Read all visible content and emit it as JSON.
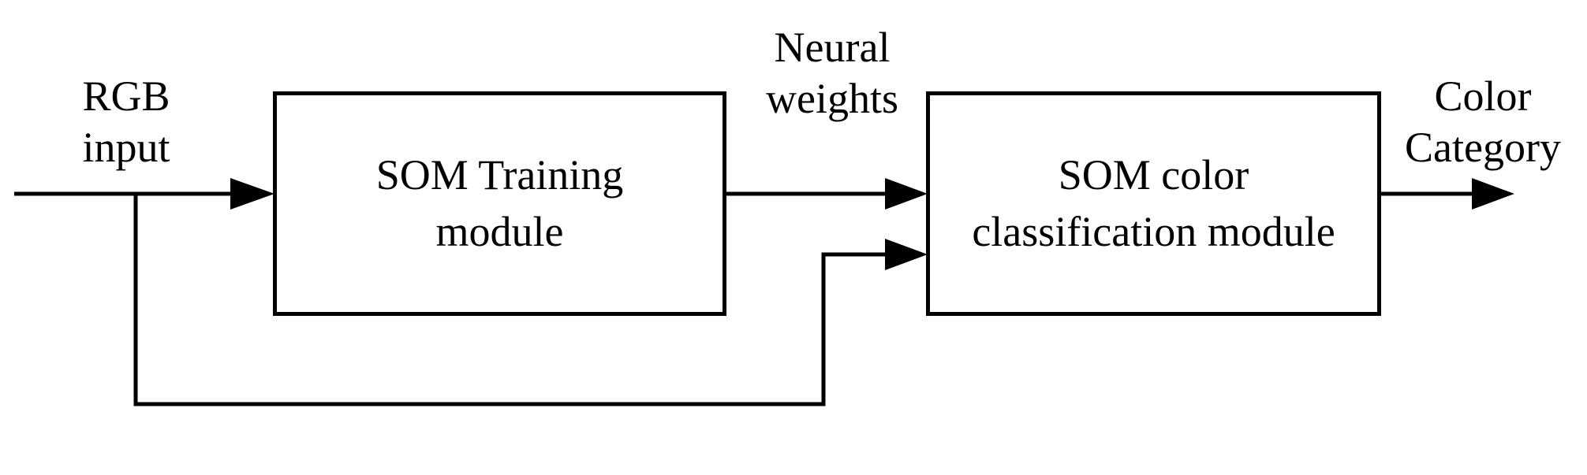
{
  "blocks": {
    "training": {
      "line1": "SOM Training",
      "line2": "module"
    },
    "classification": {
      "line1": "SOM color",
      "line2": "classification module"
    }
  },
  "labels": {
    "input": {
      "line1": "RGB",
      "line2": "input"
    },
    "weights": {
      "line1": "Neural",
      "line2": "weights"
    },
    "output": {
      "line1": "Color",
      "line2": "Category"
    }
  },
  "colors": {
    "stroke": "#000000",
    "background": "#ffffff"
  }
}
